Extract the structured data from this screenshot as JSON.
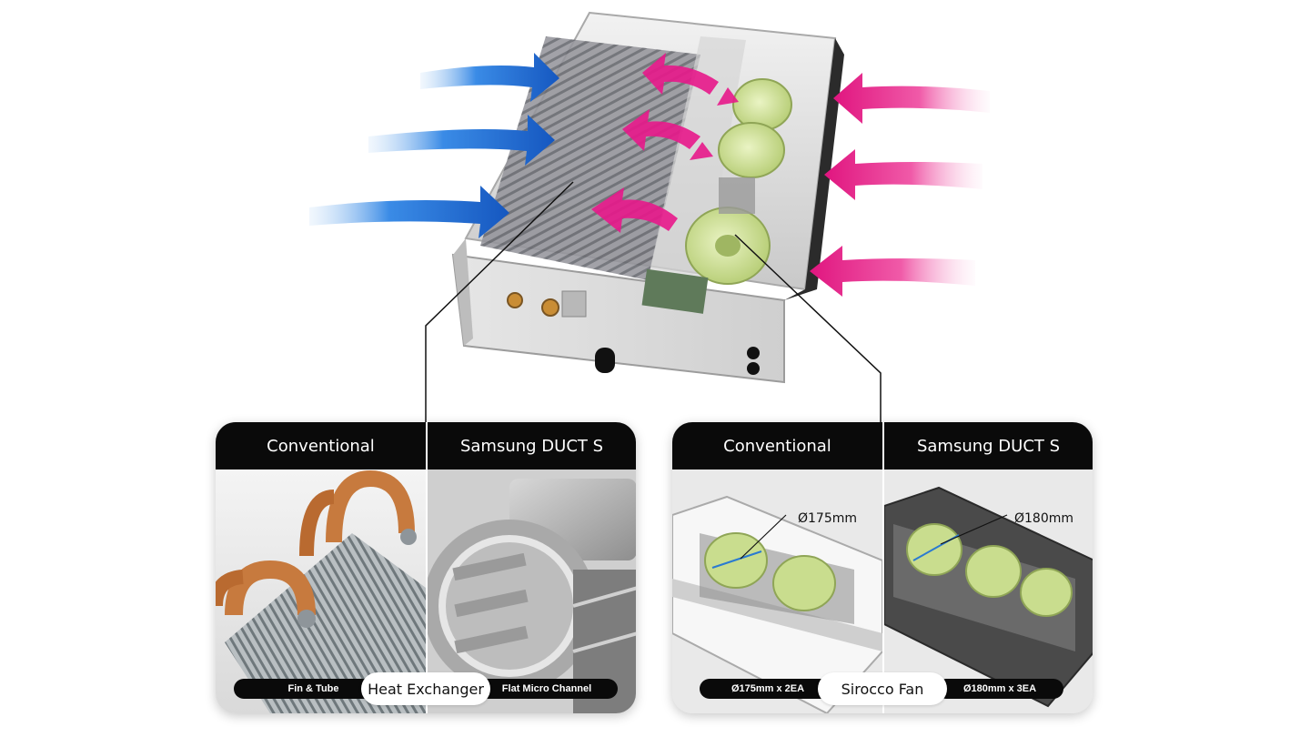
{
  "heat_exchanger_panel": {
    "left_header": "Conventional",
    "right_header": "Samsung DUCT S",
    "left_tag": "Fin & Tube",
    "right_tag": "Flat Micro Channel",
    "center_label": "Heat Exchanger"
  },
  "sirocco_fan_panel": {
    "left_header": "Conventional",
    "right_header": "Samsung DUCT S",
    "left_dimension": "Ø175mm",
    "right_dimension": "Ø180mm",
    "left_tag": "Ø175mm x 2EA",
    "right_tag": "Ø180mm x 3EA",
    "center_label": "Sirocco Fan"
  },
  "colors": {
    "intake_arrow": "#e8198b",
    "exhaust_arrow": "#1a6fd6",
    "fan_green": "#c9dd8e",
    "header_black": "#0a0a0a",
    "copper": "#c77a3e"
  }
}
